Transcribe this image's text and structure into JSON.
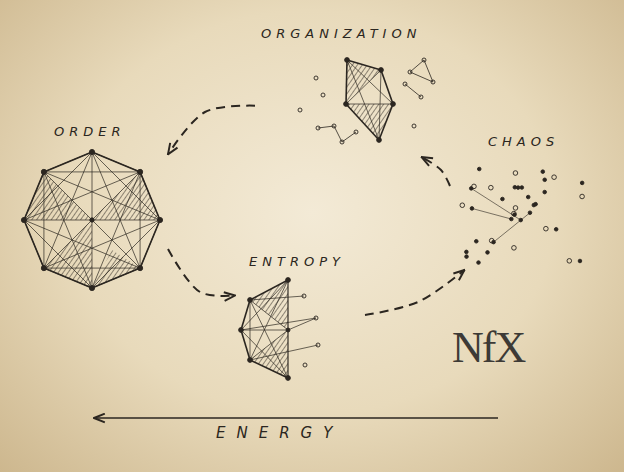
{
  "diagram": {
    "nodes": [
      {
        "text": [
          "ORGANIZATION"
        ]
      },
      {
        "text": [
          "ORDER"
        ]
      },
      {
        "text": [
          "CHAOS"
        ]
      },
      {
        "text": [
          "ENTROPY"
        ]
      }
    ],
    "edges": [
      {
        "from": 1,
        "to": 3,
        "arrow": "to"
      },
      {
        "from": 3,
        "to": 2,
        "arrow": "to"
      },
      {
        "from": 2,
        "to": 0,
        "arrow": "to"
      },
      {
        "from": 0,
        "to": 1,
        "arrow": "to"
      }
    ],
    "labels": [
      "ENERGY",
      "NfX"
    ]
  }
}
